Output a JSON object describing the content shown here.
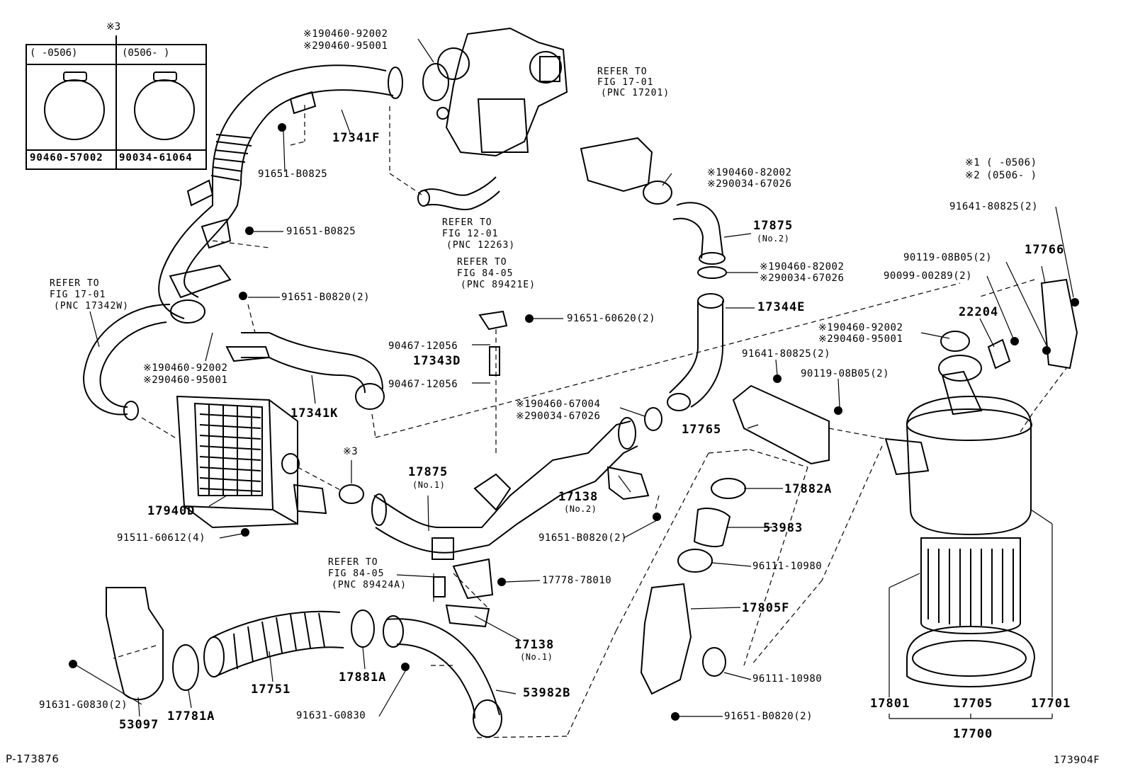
{
  "inset_box": {
    "mark": "※3",
    "col1_header": "(     -0506)",
    "col2_header": "(0506-      )",
    "col1_part": "90460-57002",
    "col2_part": "90034-61064"
  },
  "legend": {
    "line1": "※1 (      -0506)",
    "line2": "※2 (0506-      )"
  },
  "refs": {
    "ref_17_01_top": [
      "REFER TO",
      "FIG 17-01",
      "(PNC 17201)"
    ],
    "ref_12_01": [
      "REFER TO",
      "FIG 12-01",
      "(PNC 12263)"
    ],
    "ref_84_05_top": [
      "REFER TO",
      "FIG 84-05",
      "(PNC 89421E)"
    ],
    "ref_17_01_left": [
      "REFER TO",
      "FIG 17-01",
      "(PNC 17342W)"
    ],
    "ref_84_05_bottom": [
      "REFER TO",
      "FIG 84-05",
      "(PNC 89424A)"
    ]
  },
  "parts": {
    "p_clamp_top_1": "※190460-92002",
    "p_clamp_top_2": "※290460-95001",
    "p_17341F": "17341F",
    "p_91651_B0825_a": "91651-B0825",
    "p_91651_B0825_b": "91651-B0825",
    "p_91651_B0820_2_a": "91651-B0820(2)",
    "p_clamp_left_1": "※190460-92002",
    "p_clamp_left_2": "※290460-95001",
    "p_17341K": "17341K",
    "p_17940D": "17940D",
    "p_91511": "91511-60612(4)",
    "p_mark3": "※3",
    "p_90460_82002_a_1": "※190460-82002",
    "p_90460_82002_a_2": "※290034-67026",
    "p_17875_no2": "17875",
    "p_17875_no2_sub": "(No.2)",
    "p_90460_82002_b_1": "※190460-82002",
    "p_90460_82002_b_2": "※290034-67026",
    "p_17344E": "17344E",
    "p_91651_60620": "91651-60620(2)",
    "p_90467_a": "90467-12056",
    "p_17343D": "17343D",
    "p_90467_b": "90467-12056",
    "p_clamp_mid_1": "※190460-67004",
    "p_clamp_mid_2": "※290034-67026",
    "p_17875_no1": "17875",
    "p_17875_no1_sub": "(No.1)",
    "p_17138_no2": "17138",
    "p_17138_no2_sub": "(No.2)",
    "p_91651_B0820_2_b": "91651-B0820(2)",
    "p_17778": "17778-78010",
    "p_17138_no1": "17138",
    "p_17138_no1_sub": "(No.1)",
    "p_53982B": "53982B",
    "p_17881A": "17881A",
    "p_91631_G0830": "91631-G0830",
    "p_17751": "17751",
    "p_17781A": "17781A",
    "p_53097": "53097",
    "p_91631_G0830_2": "91631-G0830(2)",
    "p_91641_80825_top": "91641-80825(2)",
    "p_17766": "17766",
    "p_90119_08B05_top": "90119-08B05(2)",
    "p_90099": "90099-00289(2)",
    "p_22204": "22204",
    "p_clamp_right_1": "※190460-92002",
    "p_clamp_right_2": "※290460-95001",
    "p_91641_80825_mid": "91641-80825(2)",
    "p_90119_08B05_mid": "90119-08B05(2)",
    "p_17765": "17765",
    "p_17882A": "17882A",
    "p_53983": "53983",
    "p_96111_a": "96111-10980",
    "p_17805F": "17805F",
    "p_96111_b": "96111-10980",
    "p_91651_B0820_2_c": "91651-B0820(2)",
    "p_17801": "17801",
    "p_17705": "17705",
    "p_17701": "17701",
    "p_17700": "17700"
  },
  "footer": {
    "left": "P-173876",
    "right": "173904F"
  }
}
